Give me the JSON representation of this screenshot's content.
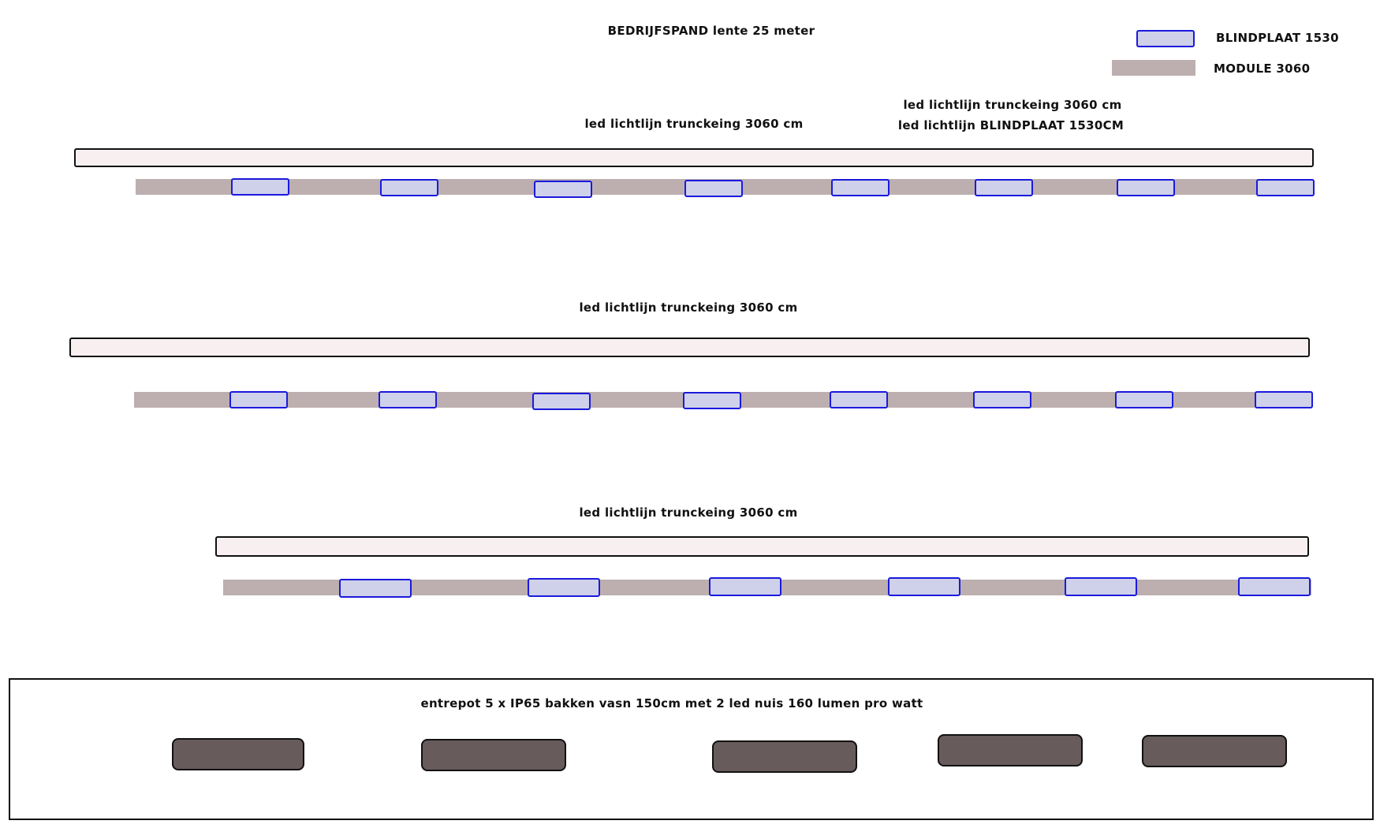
{
  "title": "BEDRIJFSPAND  lente 25 meter",
  "legend": {
    "blindplaat_label": "BLINDPLAAT 1530",
    "module_label": "MODULE 3060"
  },
  "colors": {
    "module": "#bdafaf",
    "blindplaat_fill": "#cfd0ea",
    "blindplaat_border": "#1a1add",
    "trunking_fill": "#f8f0f0",
    "bak_fill": "#675b5b"
  },
  "annotations": {
    "row1_label": "led lichtlijn trunckeing 3060 cm",
    "top_right_line1": "led lichtlijn trunckeing 3060 cm",
    "top_right_line2": "led lichtlijn BLINDPLAAT 1530CM",
    "row2_label": "led lichtlijn trunckeing 3060 cm",
    "row3_label": "led lichtlijn trunckeing 3060 cm"
  },
  "entrepot": {
    "label": "entrepot    5 x IP65 bakken vasn 150cm met 2 led nuis  160 lumen pro watt"
  }
}
